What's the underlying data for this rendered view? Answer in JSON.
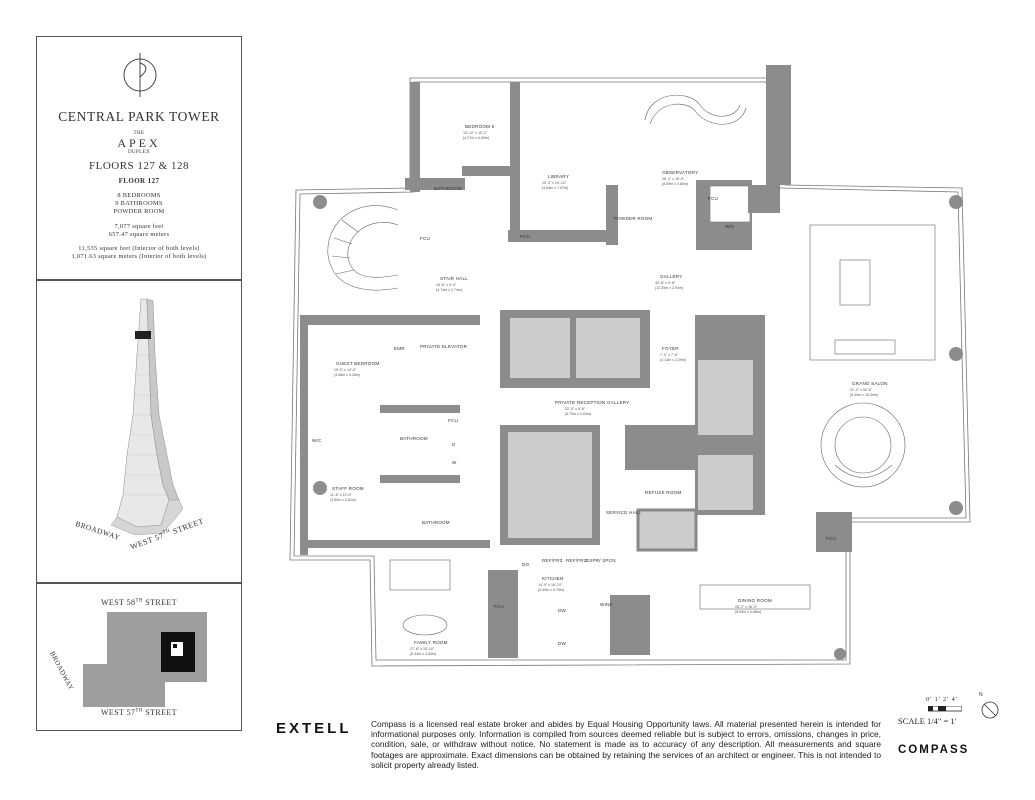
{
  "info": {
    "building": "CENTRAL PARK TOWER",
    "the": "THE",
    "apex": "APEX",
    "duplex": "DUPLEX",
    "floors": "FLOORS 127 & 128",
    "floor_label": "FLOOR 127",
    "bedrooms": "8 BEDROOMS",
    "bathrooms": "9 BATHROOMS",
    "powder": "POWDER ROOM",
    "sqft": "7,077 square feet",
    "sqm": "657.47 square meters",
    "total_sqft": "11,535 square feet (Interior of both levels)",
    "total_sqm": "1,071.63 square meters (Interior of both levels)"
  },
  "tower_labels": {
    "broadway": "BROADWAY",
    "west57": "WEST 57",
    "th": "TH",
    "street": " STREET"
  },
  "map_labels": {
    "west58": "WEST 58",
    "west58_th": "TH",
    "west58_street": " STREET",
    "broadway": "BROADWAY",
    "west57": "WEST 57",
    "west57_th": "TH",
    "west57_street": " STREET"
  },
  "rooms": {
    "bedroom6": "BEDROOM 6",
    "bedroom6_dim": "15'-10\" x 15'-2\"",
    "bedroom6_m": "(4.27m x 4.69m)",
    "library": "LIBRARY",
    "library_dim": "15'-3\" x 24'-10\"",
    "library_m": "(4.63m x 7.57m)",
    "observatory": "OBSERVATORY",
    "observatory_dim": "28'-2\" x 15'-9\"",
    "observatory_m": "(8.59m x 4.80m)",
    "bathroom_top": "BATHROOM",
    "powder_room": "POWDER ROOM",
    "fcu1": "FCU",
    "fcu2": "FCU",
    "fcu3": "FCU",
    "fcu4": "FCU",
    "fcu5": "FCU",
    "fcu6": "FCU",
    "wic_top": "W/C",
    "stair_hall": "STAIR HALL",
    "stair_hall_dim": "15'-6\" x 9'-0\"",
    "stair_hall_m": "(4.74m x 2.74m)",
    "gallery": "GALLERY",
    "gallery_dim": "40'-8\" x 9'-8\"",
    "gallery_m": "(12.39m x 2.94m)",
    "grand_salon": "GRAND SALON",
    "grand_salon_dim": "31'-2\" x 50'-6\"",
    "grand_salon_m": "(9.49m x 15.39m)",
    "emr": "EMR",
    "private_elevator": "PRIVATE ELEVATOR",
    "guest_bedroom": "GUEST BEDROOM",
    "guest_bedroom_dim": "15'-0\" x 14'-0\"",
    "guest_bedroom_m": "(4.56m x 4.26m)",
    "foyer": "FOYER",
    "foyer_dim": "7'-0\" x 7'-6\"",
    "foyer_m": "(2.13m x 2.29m)",
    "private_reception": "PRIVATE RECEPTION GALLERY",
    "private_reception_dim": "22'-0\" x 8'-8\"",
    "private_reception_m": "(6.70m x 2.63m)",
    "wic_mid": "W/C",
    "bathroom_mid": "BATHROOM",
    "d": "D",
    "w": "W",
    "staff_room": "STAFF ROOM",
    "staff_room_dim": "11'-6\" x 12'-6\"",
    "staff_room_m": "(3.50m x 3.81m)",
    "bathroom_low": "BATHROOM",
    "refuse_room": "REFUSE ROOM",
    "service_hall": "SERVICE HALL",
    "do": "DO",
    "ref1": "REF/FRZ",
    "ref2": "REF/FRZ",
    "expr": "EXPR/ SPCN",
    "kitchen": "KITCHEN",
    "kitchen_dim": "14'-9\" x 18'-10\"",
    "kitchen_m": "(4.49m x 5.75m)",
    "family_room": "FAMILY ROOM",
    "family_room_dim": "27'-8\" x 15'-10\"",
    "family_room_m": "(8.43m x 4.83m)",
    "dw1": "DW",
    "dw2": "DW",
    "wine": "WINE",
    "dining_room": "DINING ROOM",
    "dining_room_dim": "28'-2\" x 16'-0\"",
    "dining_room_m": "(8.59m x 4.88m)"
  },
  "footer": {
    "extell": "EXTELL",
    "disclaimer": "Compass is a licensed real estate broker and abides by Equal Housing Opportunity laws. All material presented herein is intended for informational purposes only. Information is compiled from sources deemed reliable but is subject to errors, omissions, changes in price, condition, sale, or withdraw without notice. No statement is made as to accuracy of any description. All measurements and square footages are approximate. Exact dimensions can be obtained by retaining the services of an architect or engineer. This is not intended to solicit property already listed.",
    "scale_nums": "0' 1'  2'    4'",
    "scale": "SCALE 1/4\" = 1'",
    "north": "N",
    "compass": "COMPASS"
  }
}
